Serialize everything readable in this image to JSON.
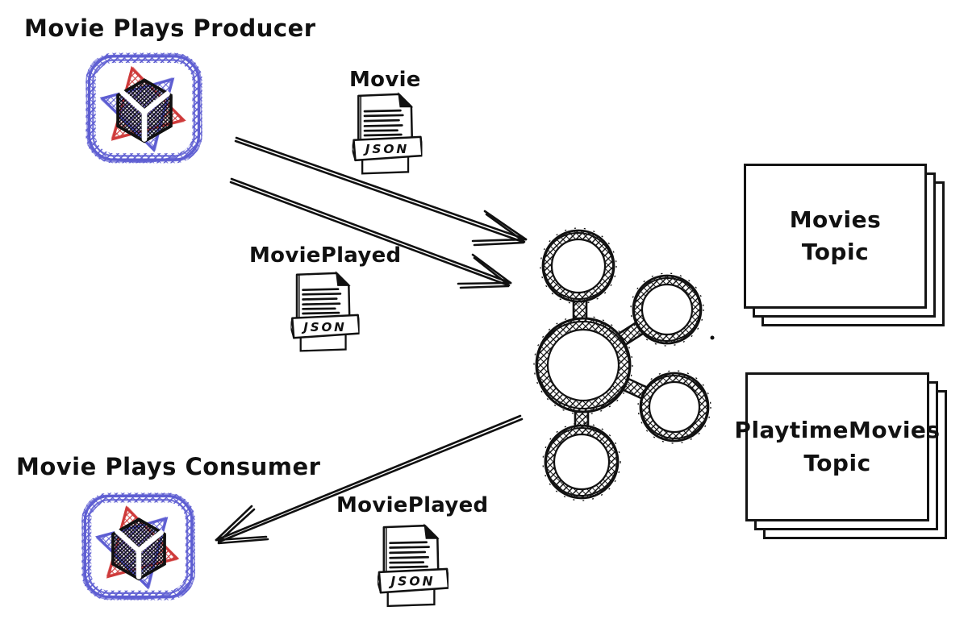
{
  "producer": {
    "title": "Movie Plays Producer",
    "icon": "app-cube-star-icon"
  },
  "consumer": {
    "title": "Movie Plays Consumer",
    "icon": "app-cube-star-icon"
  },
  "broker": {
    "icon": "kafka-logo"
  },
  "messages": [
    {
      "label": "Movie",
      "badge": "JSON",
      "icon": "json-document-icon"
    },
    {
      "label": "MoviePlayed",
      "badge": "JSON",
      "icon": "json-document-icon"
    },
    {
      "label": "MoviePlayed",
      "badge": "JSON",
      "icon": "json-document-icon"
    }
  ],
  "topics": [
    {
      "line1": "Movies",
      "line2": "Topic"
    },
    {
      "line1": "PlaytimeMovies",
      "line2": "Topic"
    }
  ],
  "colors": {
    "ink": "#111111",
    "icon_blue": "#5e5ed2",
    "icon_red": "#cf3b3b"
  }
}
